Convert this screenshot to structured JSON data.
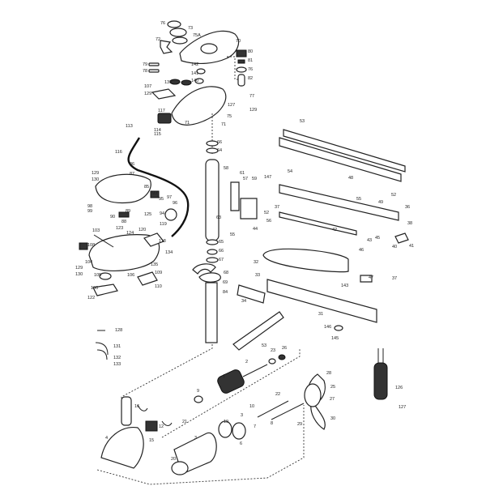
{
  "title": "Exploded parts diagram",
  "labels": [
    "76",
    "73",
    "75A",
    "72",
    "70",
    "80",
    "81",
    "76",
    "82",
    "142",
    "141",
    "140",
    "79",
    "78",
    "139",
    "107",
    "129",
    "127",
    "77",
    "129",
    "117",
    "75",
    "71",
    "71",
    "113",
    "114",
    "115",
    "116",
    "66",
    "64",
    "86",
    "87",
    "129",
    "130",
    "85",
    "98",
    "99",
    "90",
    "88",
    "89",
    "93",
    "95",
    "97",
    "96",
    "94",
    "125",
    "123",
    "124",
    "120",
    "119",
    "118",
    "103",
    "108",
    "104",
    "134",
    "135",
    "129",
    "130",
    "105",
    "106",
    "109",
    "110",
    "100",
    "122",
    "53",
    "48",
    "58",
    "61",
    "57",
    "59",
    "147",
    "54",
    "63",
    "52",
    "49",
    "55",
    "37",
    "52",
    "56",
    "36",
    "55",
    "44",
    "42",
    "38",
    "43",
    "45",
    "40",
    "41",
    "46",
    "32",
    "33",
    "47",
    "143",
    "37",
    "34",
    "31",
    "146",
    "145",
    "65",
    "66",
    "67",
    "68",
    "69",
    "84",
    "128",
    "131",
    "132",
    "133",
    "53",
    "23",
    "26",
    "2",
    "1",
    "9",
    "16",
    "21",
    "12",
    "15",
    "4",
    "22",
    "28",
    "25",
    "27",
    "30",
    "29",
    "10",
    "3",
    "7",
    "8",
    "19",
    "6",
    "3",
    "20",
    "126",
    "127"
  ]
}
